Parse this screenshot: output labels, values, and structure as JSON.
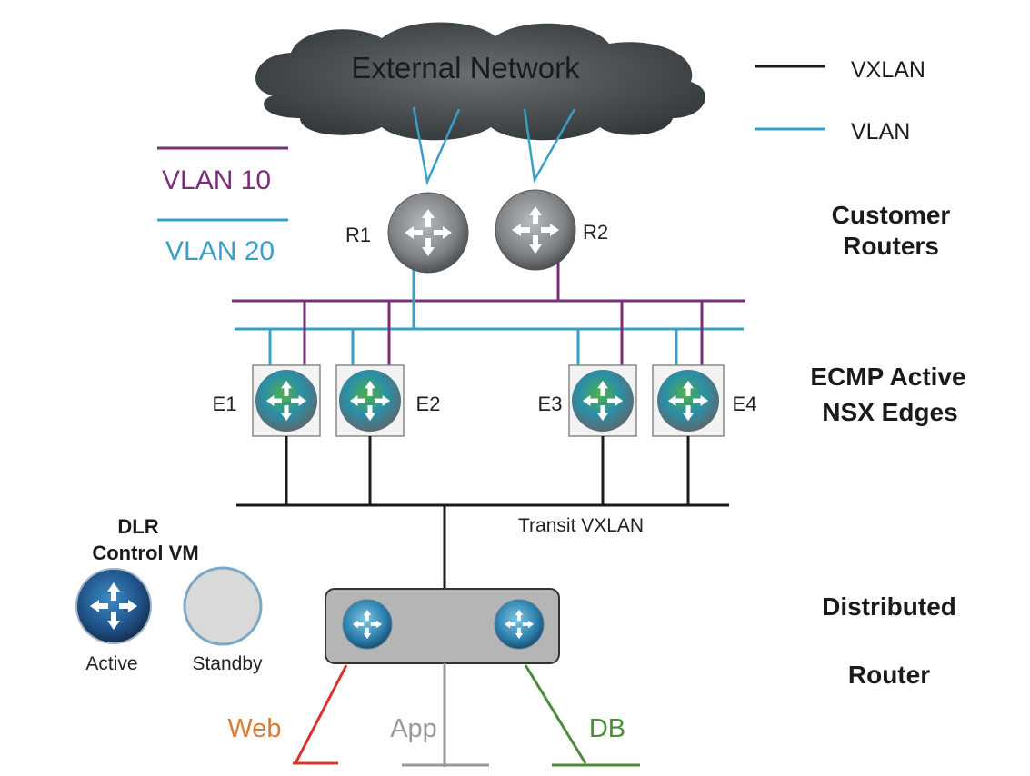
{
  "cloud_label": "External Network",
  "legend": {
    "vxlan_label": "VXLAN",
    "vlan_label": "VLAN",
    "vlan10_label": "VLAN 10",
    "vlan20_label": "VLAN 20"
  },
  "routers": {
    "r1": "R1",
    "r2": "R2"
  },
  "edges": {
    "e1": "E1",
    "e2": "E2",
    "e3": "E3",
    "e4": "E4"
  },
  "transit_label": "Transit VXLAN",
  "dlr_control": {
    "title_line1": "DLR",
    "title_line2": "Control VM",
    "active_label": "Active",
    "standby_label": "Standby"
  },
  "segments": {
    "web": "Web",
    "app": "App",
    "db": "DB"
  },
  "headings": {
    "customer_line1": "Customer",
    "customer_line2": "Routers",
    "ecmp_line1": "ECMP Active",
    "ecmp_line2": "NSX Edges",
    "dist_line1": "Distributed",
    "dist_line2": "Router"
  },
  "colors": {
    "vxlan": "#1a1a1a",
    "vlan": "#3a9fc7",
    "vlan10": "#7b2d7b",
    "vlan20": "#3a9fc7",
    "web": "#d9342b",
    "app": "#999999",
    "db": "#4c8a3c",
    "web_text": "#e07a2e"
  },
  "icons": {
    "router": "router-icon",
    "edge": "nsx-edge-icon",
    "cloud": "cloud-icon"
  }
}
